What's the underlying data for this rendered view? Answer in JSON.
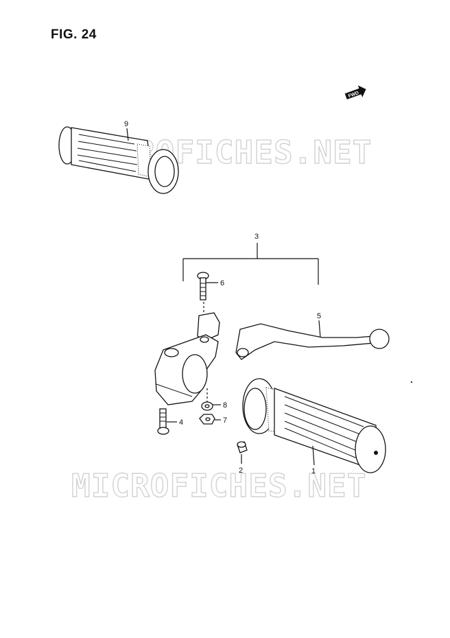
{
  "figure": {
    "title": "FIG. 24"
  },
  "direction_badge": {
    "label": "FWD"
  },
  "watermark": {
    "text": "MICROFICHES.NET"
  },
  "callouts": [
    {
      "id": "callout-1",
      "label": "1"
    },
    {
      "id": "callout-2",
      "label": "2"
    },
    {
      "id": "callout-3",
      "label": "3"
    },
    {
      "id": "callout-4",
      "label": "4"
    },
    {
      "id": "callout-5",
      "label": "5"
    },
    {
      "id": "callout-6",
      "label": "6"
    },
    {
      "id": "callout-7",
      "label": "7"
    },
    {
      "id": "callout-8",
      "label": "8"
    },
    {
      "id": "callout-9",
      "label": "9"
    }
  ]
}
